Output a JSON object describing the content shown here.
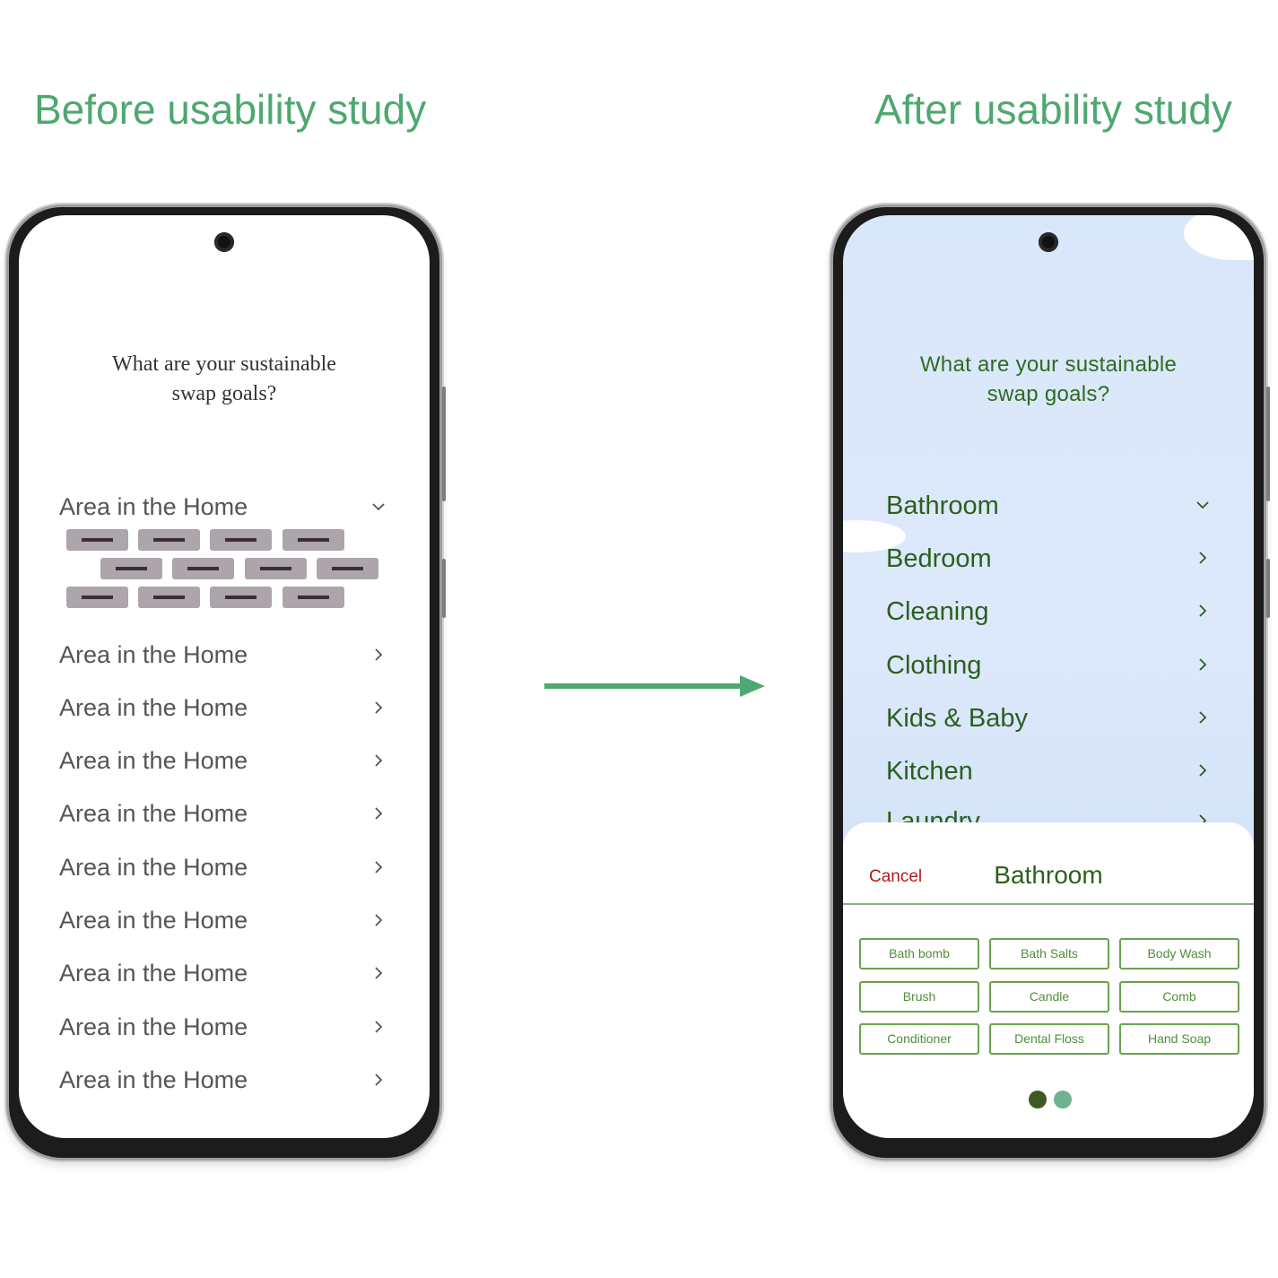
{
  "headings": {
    "before": "Before usability study",
    "after": "After usability study"
  },
  "before": {
    "question_line1": "What are your sustainable",
    "question_line2": "swap goals?",
    "rows": [
      "Area in the Home",
      "Area in the Home",
      "Area in the Home",
      "Area in the Home",
      "Area in the Home",
      "Area in the Home",
      "Area in the Home",
      "Area in the Home",
      "Area in the Home",
      "Area in the Home"
    ],
    "placeholder_tag_count": 12
  },
  "after": {
    "question_line1": "What are your sustainable",
    "question_line2": "swap goals?",
    "categories": [
      "Bathroom",
      "Bedroom",
      "Cleaning",
      "Clothing",
      "Kids & Baby",
      "Kitchen",
      "Laundry"
    ],
    "sheet": {
      "cancel_label": "Cancel",
      "title": "Bathroom",
      "items": [
        "Bath bomb",
        "Bath Salts",
        "Body Wash",
        "Brush",
        "Candle",
        "Comb",
        "Conditioner",
        "Dental Floss",
        "Hand Soap"
      ],
      "page_count": 2,
      "current_page": 1
    }
  },
  "icons": {
    "expanded_row": "chevron-down-icon",
    "collapsed_row": "chevron-right-icon",
    "transition": "right-arrow-icon"
  },
  "colors": {
    "heading_green": "#4ea870",
    "text_green": "#2c5f1d",
    "chip_green": "#6aa24f",
    "cancel_red": "#b11a1a",
    "dot_active": "#3d5a22",
    "dot_inactive": "#6db38f"
  }
}
